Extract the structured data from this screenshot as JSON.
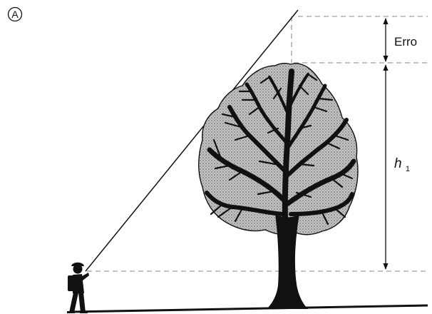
{
  "figure": {
    "panel_label": "A",
    "error_label": "Erro",
    "height_label_main": "h",
    "height_label_sub": "1"
  },
  "colors": {
    "ink": "#111111",
    "canopy_fill": "#b9b9b9",
    "dashed": "#8a8a8a",
    "background": "#ffffff"
  }
}
